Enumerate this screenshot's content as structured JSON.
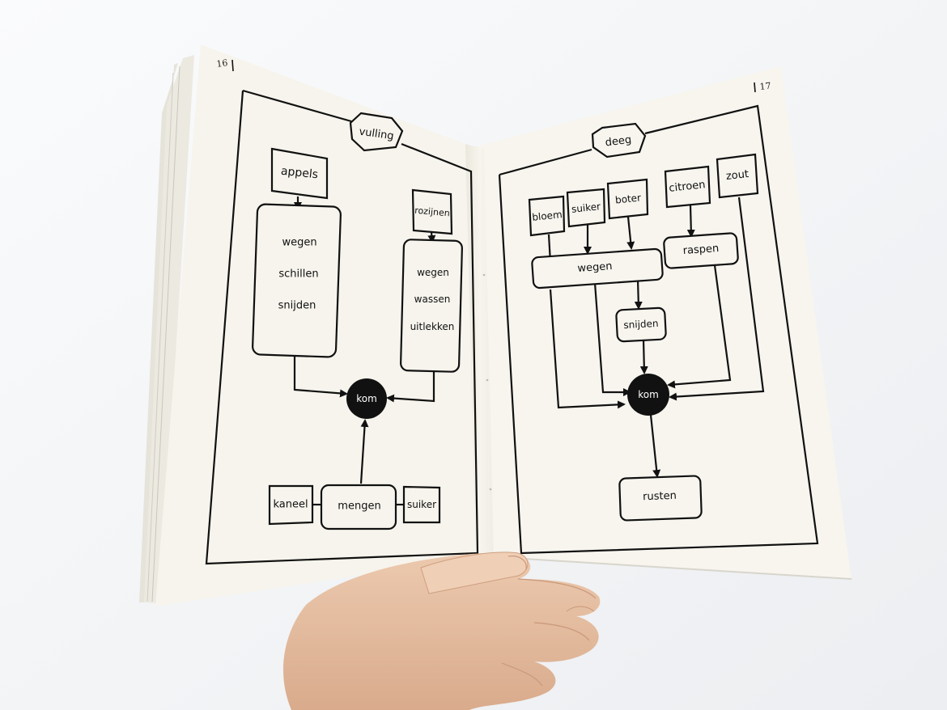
{
  "left_page": {
    "page_number": "16",
    "section_title": "vulling",
    "ingredients": {
      "appels": "appels",
      "rozijnen": "rozijnen",
      "kaneel": "kaneel",
      "suiker": "suiker"
    },
    "steps_appels": [
      "wegen",
      "schillen",
      "snijden"
    ],
    "steps_rozijnen": [
      "wegen",
      "wassen",
      "uitlekken"
    ],
    "mix_step": "mengen",
    "bowl": "kom"
  },
  "right_page": {
    "page_number": "17",
    "section_title": "deeg",
    "ingredients": {
      "bloem": "bloem",
      "suiker": "suiker",
      "boter": "boter",
      "citroen": "citroen",
      "zout": "zout"
    },
    "steps": {
      "wegen": "wegen",
      "raspen": "raspen",
      "snijden": "snijden",
      "rusten": "rusten"
    },
    "bowl": "kom"
  },
  "colors": {
    "paper": "#f6f4ec",
    "ink": "#111111",
    "background": "#f3f4f6",
    "skin": "#e7c2a6"
  }
}
